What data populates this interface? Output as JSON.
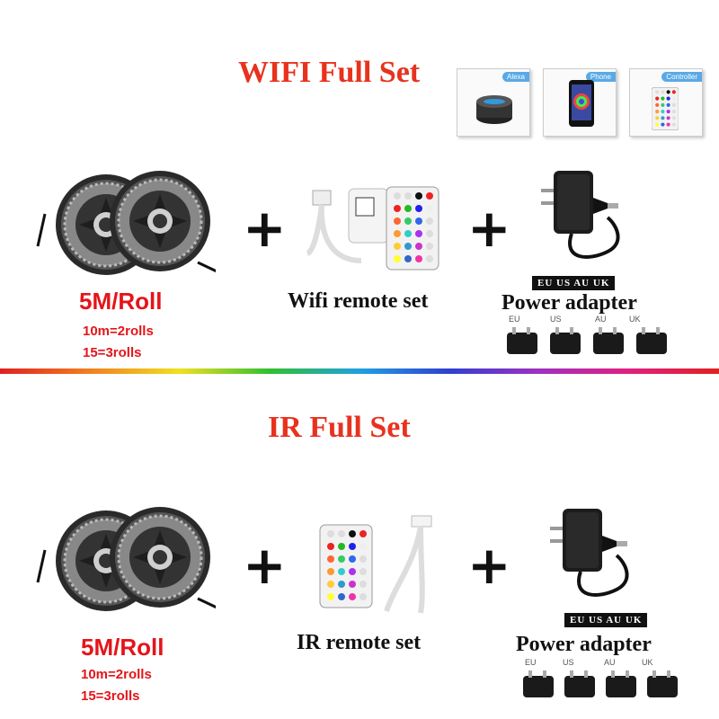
{
  "wifi_section": {
    "title": "WIFI Full Set",
    "cards": [
      {
        "tag": "Alexa",
        "icon": "smart-speaker-icon"
      },
      {
        "tag": "Phone",
        "icon": "phone-icon"
      },
      {
        "tag": "Controller",
        "icon": "remote-icon"
      }
    ],
    "strip": {
      "roll_text": "5M/Roll",
      "line1": "10m=2rolls",
      "line2": "15=3rolls"
    },
    "plus": "+",
    "controller_caption": "Wifi remote set",
    "adapter": {
      "plug_tag": "EU US AU UK",
      "caption": "Power adapter",
      "plugs": [
        "EU",
        "US",
        "AU",
        "UK"
      ]
    }
  },
  "ir_section": {
    "title": "IR Full Set",
    "strip": {
      "roll_text": "5M/Roll",
      "line1": "10m=2rolls",
      "line2": "15=3rolls"
    },
    "plus": "+",
    "controller_caption": "IR remote set",
    "adapter": {
      "plug_tag": "EU US AU UK",
      "caption": "Power adapter",
      "plugs": [
        "EU",
        "US",
        "AU",
        "UK"
      ]
    }
  },
  "colors": {
    "title_red": "#e8321e",
    "text_red": "#e5141a"
  }
}
